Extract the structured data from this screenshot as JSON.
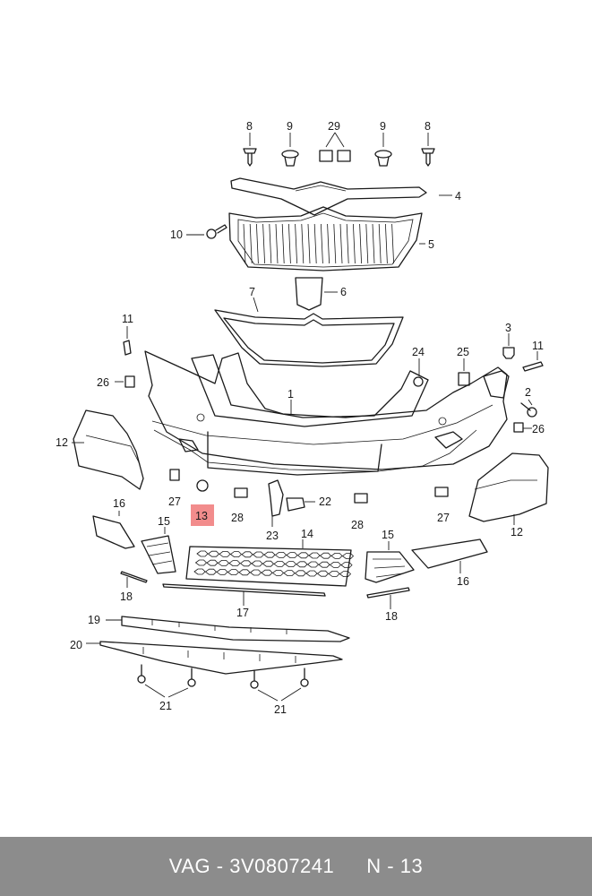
{
  "callouts": [
    "8",
    "9",
    "29",
    "9",
    "8",
    "4",
    "10",
    "5",
    "6",
    "7",
    "11",
    "1",
    "3",
    "11",
    "24",
    "25",
    "2",
    "26",
    "26",
    "12",
    "12",
    "27",
    "13",
    "28",
    "22",
    "28",
    "27",
    "16",
    "15",
    "23",
    "14",
    "15",
    "16",
    "18",
    "17",
    "18",
    "19",
    "20",
    "21",
    "21"
  ],
  "highlight": {
    "label": "13",
    "color": "#f28c8c"
  },
  "footer": {
    "brand": "VAG",
    "separator": "-",
    "part_number": "3V0807241",
    "page": "N - 13"
  }
}
